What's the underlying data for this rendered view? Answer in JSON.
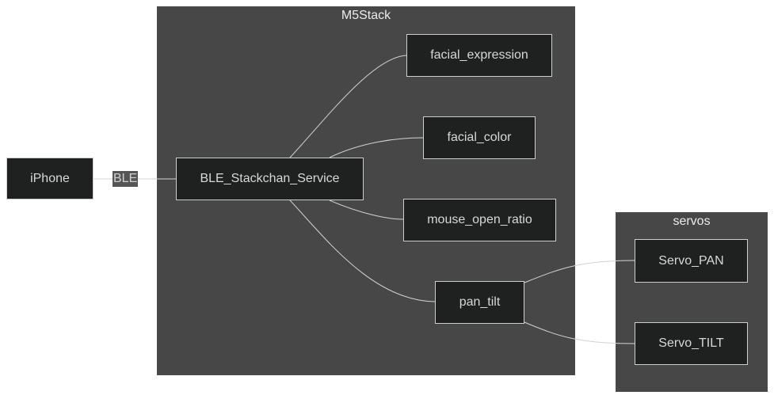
{
  "diagram": {
    "clusters": {
      "m5stack": {
        "title": "M5Stack"
      },
      "servos": {
        "title": "servos"
      }
    },
    "nodes": {
      "iphone": "iPhone",
      "ble_service": "BLE_Stackchan_Service",
      "facial_expression": "facial_expression",
      "facial_color": "facial_color",
      "mouse_open_ratio": "mouse_open_ratio",
      "pan_tilt": "pan_tilt",
      "servo_pan": "Servo_PAN",
      "servo_tilt": "Servo_TILT"
    },
    "edges": [
      {
        "from": "iPhone",
        "to": "BLE_Stackchan_Service",
        "label": "BLE"
      },
      {
        "from": "BLE_Stackchan_Service",
        "to": "facial_expression"
      },
      {
        "from": "BLE_Stackchan_Service",
        "to": "facial_color"
      },
      {
        "from": "BLE_Stackchan_Service",
        "to": "mouse_open_ratio"
      },
      {
        "from": "BLE_Stackchan_Service",
        "to": "pan_tilt"
      },
      {
        "from": "pan_tilt",
        "to": "Servo_PAN"
      },
      {
        "from": "pan_tilt",
        "to": "Servo_TILT"
      }
    ],
    "colors": {
      "background": "#ffffff",
      "cluster_fill": "#474747",
      "node_fill": "#1f2020",
      "node_border": "#cfcfcf",
      "edge": "#d3d3d3",
      "text": "#d8d8d8"
    }
  }
}
